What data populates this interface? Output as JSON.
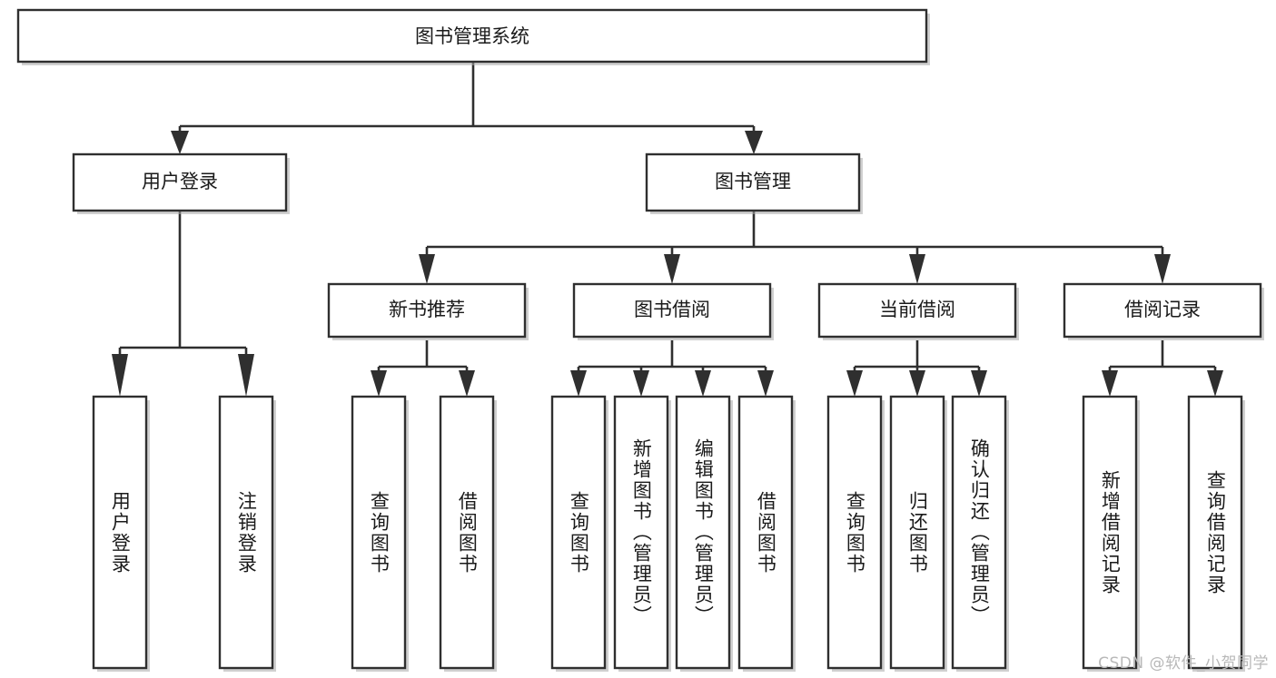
{
  "diagram": {
    "type": "tree",
    "title": "图书管理系统",
    "orientation": "top-down",
    "colors": {
      "box_stroke": "#2f2f2f",
      "box_fill": "#ffffff",
      "edge": "#2f2f2f",
      "text": "#1a1a1a",
      "watermark": "#b8b8b8",
      "background": "#ffffff"
    },
    "root": {
      "id": "root",
      "label": "图书管理系统"
    },
    "level2": [
      {
        "id": "n-user-login",
        "label": "用户登录"
      },
      {
        "id": "n-book-manage",
        "label": "图书管理"
      }
    ],
    "level3": [
      {
        "id": "n-new-book-rec",
        "label": "新书推荐",
        "parent": "n-book-manage"
      },
      {
        "id": "n-book-borrow",
        "label": "图书借阅",
        "parent": "n-book-manage"
      },
      {
        "id": "n-current-borrow",
        "label": "当前借阅",
        "parent": "n-book-manage"
      },
      {
        "id": "n-borrow-record",
        "label": "借阅记录",
        "parent": "n-book-manage"
      }
    ],
    "leaves": [
      {
        "id": "leaf-user-login",
        "label": "用户登录",
        "parent": "n-user-login"
      },
      {
        "id": "leaf-logout-login",
        "label": "注销登录",
        "parent": "n-user-login"
      },
      {
        "id": "leaf-query-book-1",
        "label": "查询图书",
        "parent": "n-new-book-rec"
      },
      {
        "id": "leaf-borrow-book-1",
        "label": "借阅图书",
        "parent": "n-new-book-rec"
      },
      {
        "id": "leaf-query-book-2",
        "label": "查询图书",
        "parent": "n-book-borrow"
      },
      {
        "id": "leaf-add-book",
        "label": "新增图书（管理员）",
        "parent": "n-book-borrow"
      },
      {
        "id": "leaf-edit-book",
        "label": "编辑图书（管理员）",
        "parent": "n-book-borrow"
      },
      {
        "id": "leaf-borrow-book-2",
        "label": "借阅图书",
        "parent": "n-book-borrow"
      },
      {
        "id": "leaf-query-book-3",
        "label": "查询图书",
        "parent": "n-current-borrow"
      },
      {
        "id": "leaf-return-book",
        "label": "归还图书",
        "parent": "n-current-borrow"
      },
      {
        "id": "leaf-confirm-return",
        "label": "确认归还（管理员）",
        "parent": "n-current-borrow"
      },
      {
        "id": "leaf-add-record",
        "label": "新增借阅记录",
        "parent": "n-borrow-record"
      },
      {
        "id": "leaf-query-record",
        "label": "查询借阅记录",
        "parent": "n-borrow-record"
      }
    ]
  },
  "watermark": {
    "text": "CSDN @软件_小贺同学"
  }
}
